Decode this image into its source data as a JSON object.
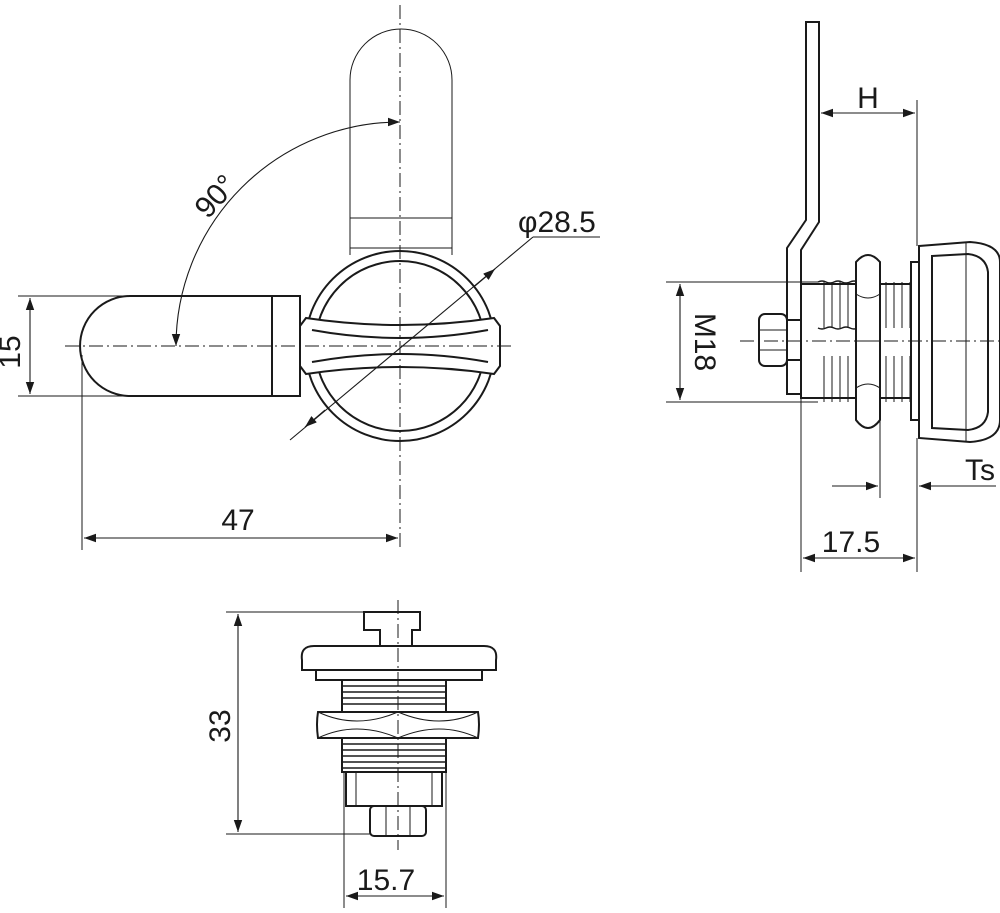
{
  "dimensions": {
    "angle": "90°",
    "diameter": "φ28.5",
    "height_left": "15",
    "length": "47",
    "h": "H",
    "thread": "M18",
    "ts": "Ts",
    "depth": "17.5",
    "total_height": "33",
    "width": "15.7"
  }
}
